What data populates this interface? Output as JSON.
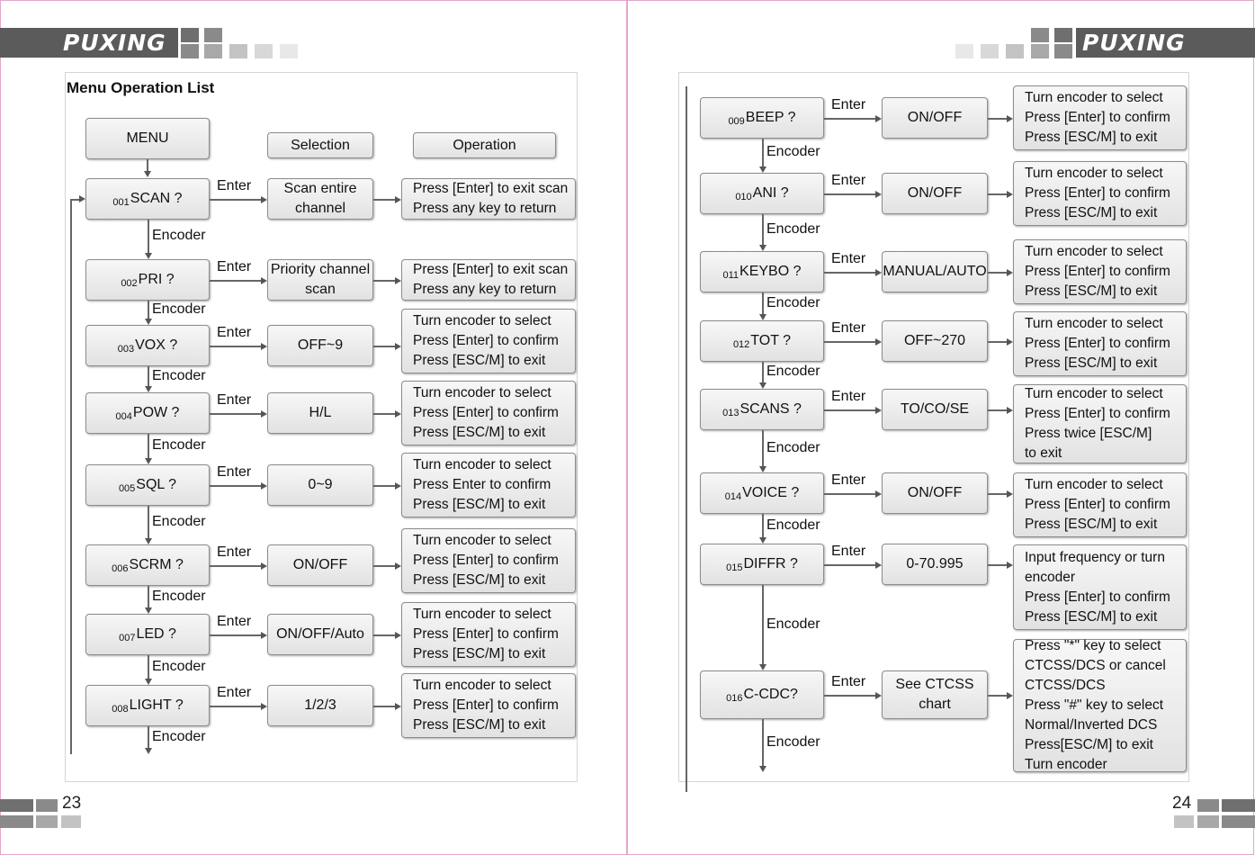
{
  "brand": {
    "logo_text": "PUXING"
  },
  "left_page": {
    "title": "Menu Operation List",
    "page_number": "23",
    "header_boxes": {
      "menu": "MENU",
      "selection": "Selection",
      "operation": "Operation"
    },
    "labels": {
      "enter": "Enter",
      "encoder": "Encoder"
    },
    "items": [
      {
        "num": "001",
        "name": "SCAN ?",
        "selection": "Scan entire\nchannel",
        "operation": "Press [Enter] to exit scan\nPress any key to return"
      },
      {
        "num": "002",
        "name": "PRI ?",
        "selection": "Priority channel\nscan",
        "operation": "Press [Enter] to exit scan\nPress any key to return"
      },
      {
        "num": "003",
        "name": "VOX ?",
        "selection": "OFF~9",
        "operation": "Turn encoder to select\nPress [Enter] to confirm\nPress [ESC/M] to exit"
      },
      {
        "num": "004",
        "name": "POW ?",
        "selection": "H/L",
        "operation": "Turn encoder to select\nPress [Enter] to confirm\nPress [ESC/M] to exit"
      },
      {
        "num": "005",
        "name": "SQL ?",
        "selection": "0~9",
        "operation": "Turn encoder to select\nPress Enter to confirm\nPress [ESC/M] to exit"
      },
      {
        "num": "006",
        "name": "SCRM ?",
        "selection": "ON/OFF",
        "operation": "Turn encoder to select\nPress [Enter] to confirm\nPress [ESC/M] to exit"
      },
      {
        "num": "007",
        "name": "LED ?",
        "selection": "ON/OFF/Auto",
        "operation": "Turn encoder to select\nPress [Enter] to confirm\nPress [ESC/M] to exit"
      },
      {
        "num": "008",
        "name": "LIGHT ?",
        "selection": "1/2/3",
        "operation": "Turn encoder to select\nPress [Enter] to confirm\nPress [ESC/M] to exit"
      }
    ]
  },
  "right_page": {
    "page_number": "24",
    "labels": {
      "enter": "Enter",
      "encoder": "Encoder"
    },
    "items": [
      {
        "num": "009",
        "name": "BEEP ?",
        "selection": "ON/OFF",
        "operation": "Turn encoder to select\nPress [Enter] to confirm\nPress [ESC/M] to exit"
      },
      {
        "num": "010",
        "name": "ANI ?",
        "selection": "ON/OFF",
        "operation": "Turn encoder to select\nPress [Enter] to confirm\nPress [ESC/M] to exit"
      },
      {
        "num": "011",
        "name": "KEYBO ?",
        "selection": "MANUAL/AUTO",
        "operation": "Turn encoder to select\nPress [Enter] to confirm\nPress [ESC/M] to exit"
      },
      {
        "num": "012",
        "name": "TOT ?",
        "selection": "OFF~270",
        "operation": "Turn encoder to select\nPress [Enter] to confirm\nPress [ESC/M] to exit"
      },
      {
        "num": "013",
        "name": "SCANS ?",
        "selection": "TO/CO/SE",
        "operation": "Turn encoder to select\nPress [Enter] to confirm\nPress twice [ESC/M]\nto exit"
      },
      {
        "num": "014",
        "name": "VOICE ?",
        "selection": "ON/OFF",
        "operation": "Turn encoder to select\nPress [Enter] to confirm\nPress [ESC/M] to exit"
      },
      {
        "num": "015",
        "name": "DIFFR ?",
        "selection": "0-70.995",
        "operation": "Input frequency or turn\nencoder\nPress [Enter] to confirm\nPress [ESC/M] to exit"
      },
      {
        "num": "016",
        "name": "C-CDC?",
        "selection": "See CTCSS\nchart",
        "operation": "Press \"*\" key to select\nCTCSS/DCS or cancel\nCTCSS/DCS\nPress \"#\" key to select\nNormal/Inverted DCS\nPress[ESC/M] to exit\nTurn encoder"
      }
    ]
  },
  "colors": {
    "header_bar": "#5b5b5b",
    "page_border": "#e6a6c8",
    "box_border": "#8c8c8c"
  }
}
